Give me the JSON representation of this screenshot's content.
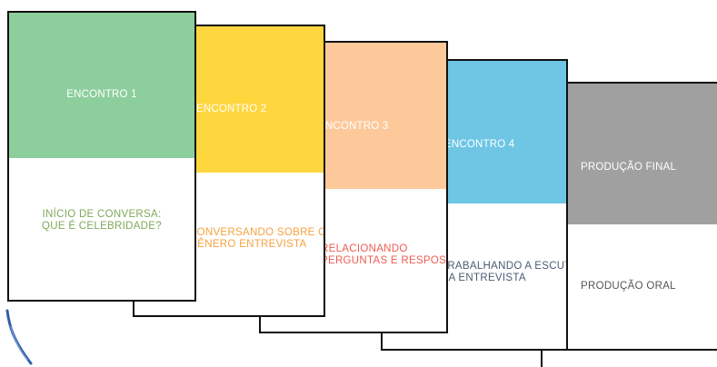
{
  "cards": [
    {
      "title": "ENCONTRO 1",
      "subtitle_lines": [
        "INÍCIO DE CONVERSA:",
        "QUE É CELEBRIDADE?"
      ],
      "color": "#8dcf9c",
      "subtitle_color": "#7fa85a"
    },
    {
      "title": "ENCONTRO 2",
      "subtitle_lines": [
        "CONVERSANDO SOBRE O",
        "GÊNERO ENTREVISTA"
      ],
      "color": "#fed63e",
      "subtitle_color": "#f6a23e"
    },
    {
      "title": "ENCONTRO 3",
      "subtitle_lines": [
        "RELACIONANDO",
        "PERGUNTAS E RESPOSTAS"
      ],
      "color": "#fdc99b",
      "subtitle_color": "#ef5c52"
    },
    {
      "title": "ENCONTRO 4",
      "subtitle_lines": [
        "TRABALHANDO A ESCUTA",
        "DA ENTREVISTA"
      ],
      "color": "#6ec6e4",
      "subtitle_color": "#4a5d72"
    },
    {
      "title": "PRODUÇÃO FINAL",
      "subtitle_lines": [
        "PRODUÇÃO ORAL"
      ],
      "color": "#a0a0a0",
      "subtitle_color": "#555555"
    }
  ]
}
